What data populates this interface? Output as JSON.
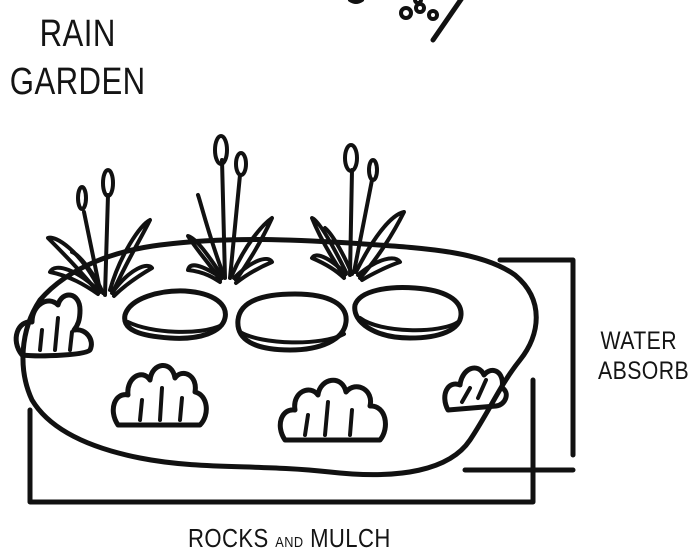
{
  "title": {
    "line1": "RAIN",
    "line2": "GARDEN"
  },
  "labels": {
    "water_line1": "WATER",
    "water_line2": "ABSORB",
    "rocks_part1": "ROCKS",
    "rocks_part2": "AND",
    "rocks_part3": "MULCH"
  },
  "colors": {
    "ink": "#111111",
    "background": "#ffffff"
  }
}
